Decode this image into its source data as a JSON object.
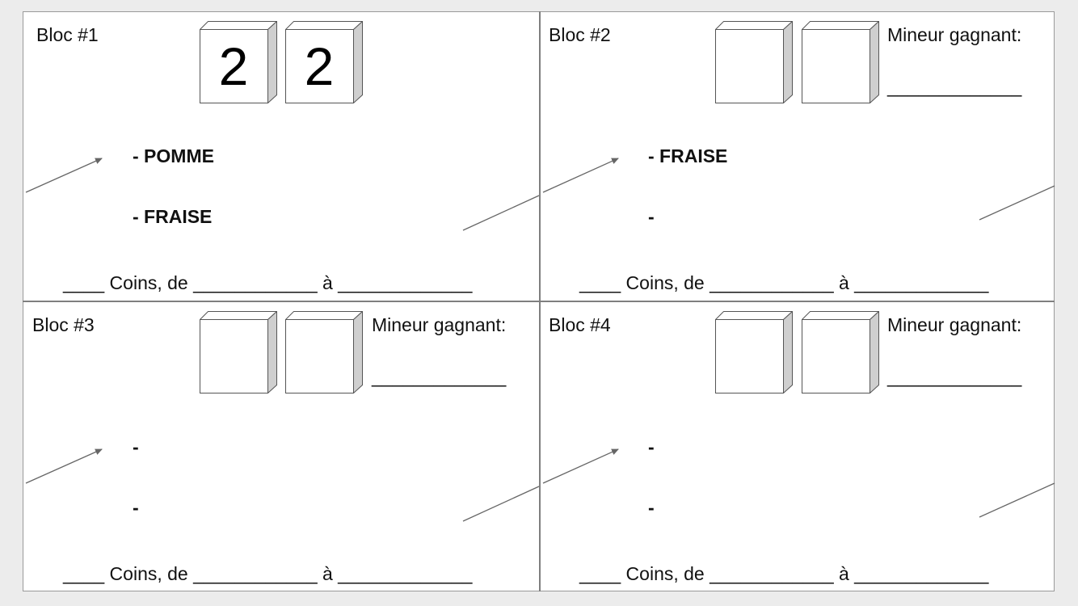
{
  "colors": {
    "background": "#ececec",
    "page": "#ffffff",
    "divider": "#7f7f7f",
    "cube_side": "#cfcfcf",
    "arrow": "#666666"
  },
  "blocks": [
    {
      "title": "Bloc #1",
      "digits": [
        "2",
        "2"
      ],
      "items": [
        "- POMME",
        "- FRAISE"
      ],
      "coins_line": "____ Coins, de ____________ à _____________"
    },
    {
      "title": "Bloc #2",
      "digits": [
        "",
        ""
      ],
      "winner_label": "Mineur gagnant:",
      "winner_blank": "_____________",
      "items": [
        "-  FRAISE",
        "-"
      ],
      "coins_line": "____ Coins, de ____________ à _____________"
    },
    {
      "title": "Bloc #3",
      "digits": [
        "",
        ""
      ],
      "winner_label": "Mineur gagnant:",
      "winner_blank": "_____________",
      "items": [
        "-",
        "-"
      ],
      "coins_line": "____ Coins, de ____________ à _____________"
    },
    {
      "title": "Bloc #4",
      "digits": [
        "",
        ""
      ],
      "winner_label": "Mineur gagnant:",
      "winner_blank": "_____________",
      "items": [
        "-",
        "-"
      ],
      "coins_line": "____ Coins, de ____________ à _____________"
    }
  ]
}
